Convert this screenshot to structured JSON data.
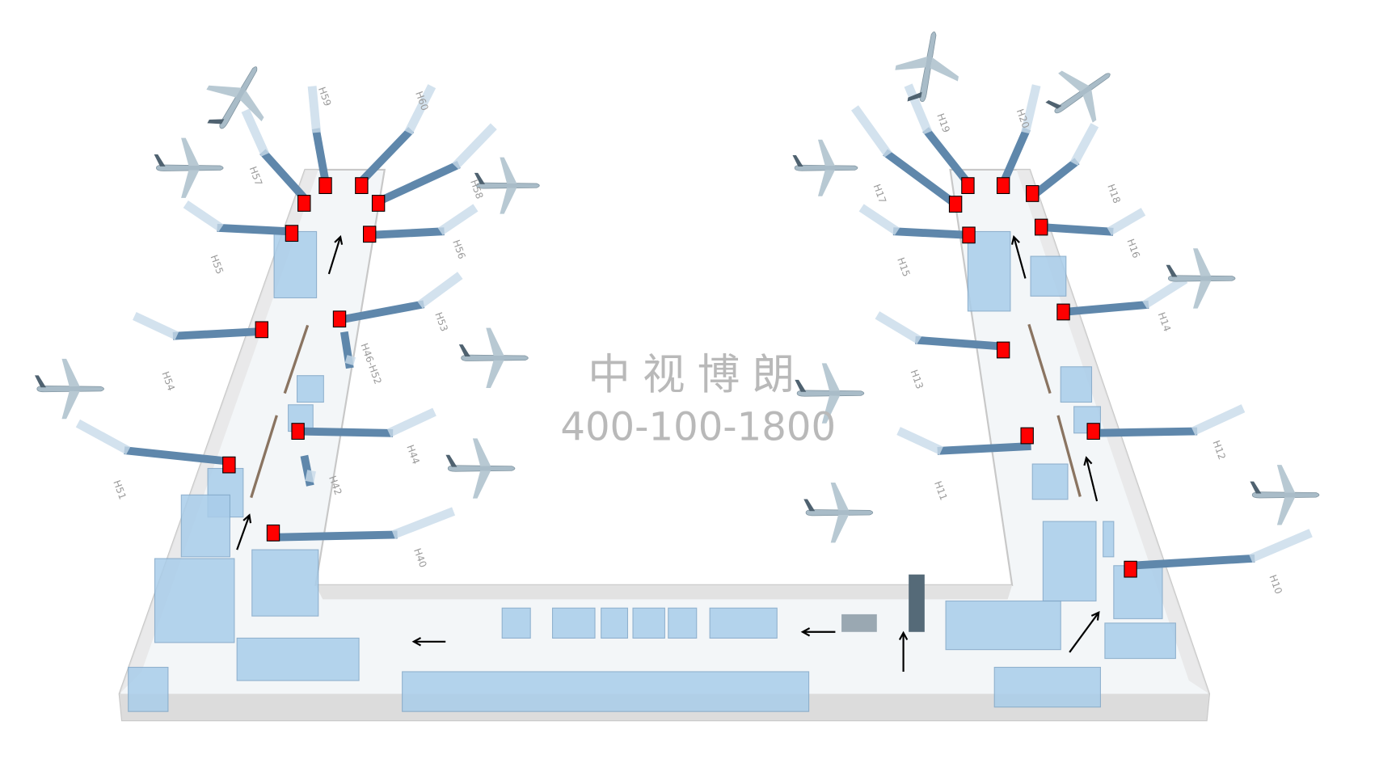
{
  "watermark": {
    "company": "中视博朗",
    "phone": "400-100-1800"
  },
  "colors": {
    "floor": "#f4f7f9",
    "wall": "#d9d9d9",
    "shop": "#a9cdea",
    "bridge": "#5f87ab",
    "bridge_light": "#c9dbea",
    "marker": "#ff0000",
    "arrow": "#000000",
    "watermark": "#b9b9b9"
  },
  "left_pier": {
    "gates": [
      "H57",
      "H59",
      "H60",
      "H58",
      "H55",
      "H56",
      "H54",
      "H53",
      "H46-H52",
      "H51",
      "H44",
      "H42",
      "H40"
    ]
  },
  "right_pier": {
    "gates": [
      "H17",
      "H19",
      "H20",
      "H18",
      "H15",
      "H16",
      "H14",
      "H13",
      "H12",
      "H11",
      "H10"
    ]
  },
  "legend_icons": {
    "marker": "red-square-marker-icon",
    "direction": "walking-direction-arrow-icon",
    "aircraft": "airplane-icon"
  }
}
